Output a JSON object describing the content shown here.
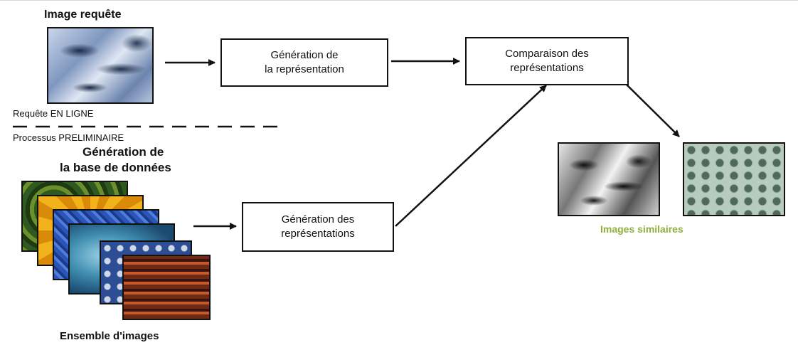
{
  "query": {
    "title": "Image requête",
    "online_label": "Requête EN LIGNE",
    "preliminary_label": "Processus PRELIMINAIRE"
  },
  "database": {
    "title_line1": "Génération de",
    "title_line2": "la base de données",
    "caption": "Ensemble d'images"
  },
  "boxes": {
    "gen_repr": {
      "line1": "Génération de",
      "line2": "la représentation"
    },
    "compare": {
      "line1": "Comparaison des",
      "line2": "représentations"
    },
    "gen_reprs": {
      "line1": "Génération des",
      "line2": "représentations"
    }
  },
  "results": {
    "caption": "Images similaires",
    "caption_color": "#8fae3c"
  }
}
